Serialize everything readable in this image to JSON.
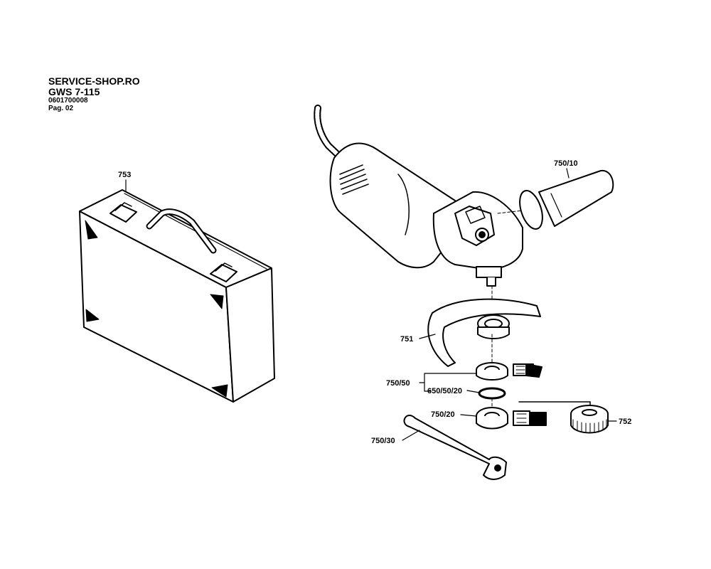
{
  "header": {
    "shop": "SERVICE-SHOP.RO",
    "model": "GWS 7-115",
    "code": "0601700008",
    "page": "Pag. 02"
  },
  "parts": [
    {
      "label": "753",
      "part": "carrying case"
    },
    {
      "label": "750/10",
      "part": "auxiliary handle"
    },
    {
      "label": "751",
      "part": "protection guard"
    },
    {
      "label": "750/50",
      "part": "flange set"
    },
    {
      "label": "650/50/20",
      "part": "o-ring"
    },
    {
      "label": "750/20",
      "part": "clamping flange"
    },
    {
      "label": "752",
      "part": "clamping nut"
    },
    {
      "label": "750/30",
      "part": "two-pin spanner"
    }
  ],
  "icons": [
    "carrying-case-icon",
    "angle-grinder-icon",
    "auxiliary-handle-icon",
    "protection-guard-icon",
    "flange-icon",
    "o-ring-icon",
    "clamping-nut-icon",
    "spanner-icon"
  ]
}
